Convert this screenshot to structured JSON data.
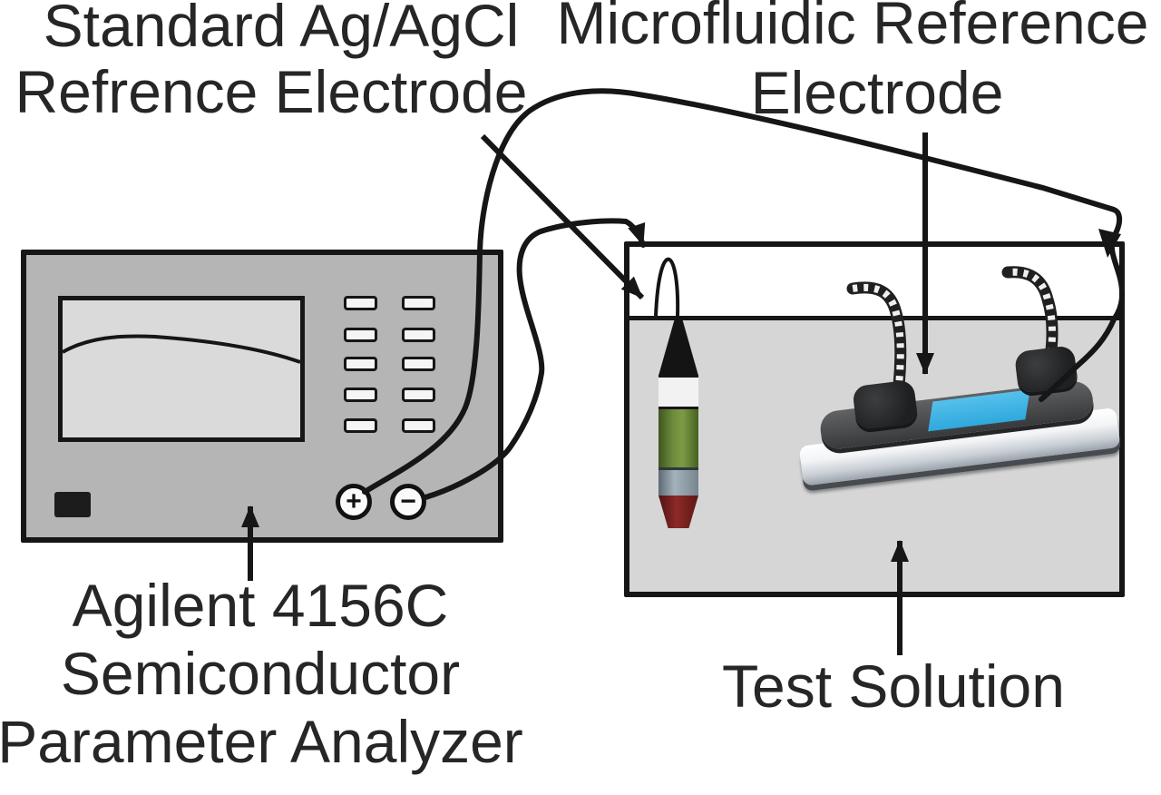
{
  "labels": {
    "standard_reference": {
      "line1": "Standard Ag/AgCl",
      "line2": "Refrence Electrode"
    },
    "microfluidic_reference": {
      "line1": "Microfluidic Reference",
      "line2": "Electrode"
    },
    "analyzer": {
      "line1": "Agilent 4156C",
      "line2": "Semiconductor",
      "line3": "Parameter Analyzer"
    },
    "test_solution": {
      "label": "Test Solution"
    }
  },
  "analyzer_panel": {
    "positive_terminal": "+",
    "negative_terminal": "−",
    "button_rows": 5,
    "button_columns": 2
  },
  "colors": {
    "panel_gray": "#b5b5b5",
    "display_gray": "#dadada",
    "solution_gray": "#d6d6d6",
    "line_black": "#161616",
    "channel_blue": "#41b5e7",
    "electrode_green": "#6c8a3a",
    "electrode_slate": "#8d9aa3",
    "electrode_red": "#7c2220"
  }
}
